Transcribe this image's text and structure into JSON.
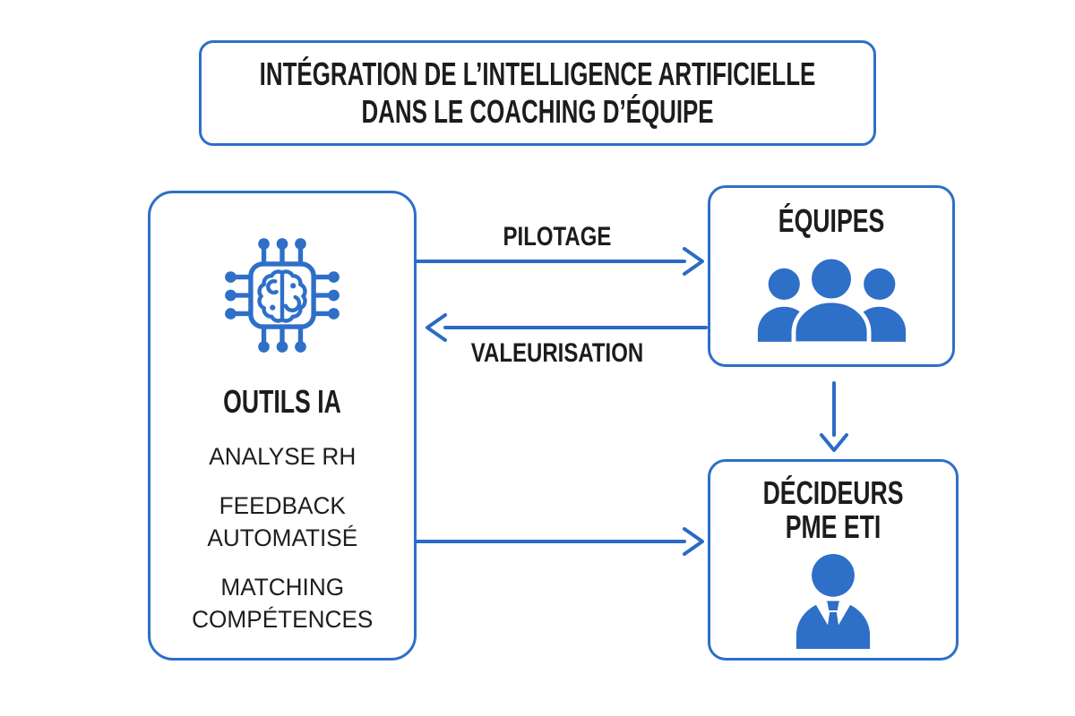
{
  "colors": {
    "accent_blue": "#2e6fc8",
    "arrow_blue": "#2a6bc4",
    "text_black": "#1c1c1c",
    "background": "#ffffff"
  },
  "title": {
    "line1": "INTÉGRATION DE L’INTELLIGENCE ARTIFICIELLE",
    "line2": "DANS LE COACHING D’ÉQUIPE"
  },
  "nodes": {
    "outils_ia": {
      "label": "OUTILS IA",
      "icon": "ai-chip-brain-icon",
      "items": [
        "ANALYSE RH",
        "FEEDBACK\nAUTOMATISÉ",
        "MATCHING\nCOMPÉTENCES"
      ]
    },
    "equipes": {
      "label": "ÉQUIPES",
      "icon": "team-people-icon"
    },
    "decideurs": {
      "label": "DÉCIDEURS\nPME ETI",
      "icon": "businessman-icon"
    }
  },
  "edges": [
    {
      "id": "outils-to-equipes",
      "label": "PILOTAGE"
    },
    {
      "id": "equipes-to-outils",
      "label": "VALEURISATION"
    },
    {
      "id": "equipes-to-decideurs",
      "label": ""
    },
    {
      "id": "outils-to-decideurs",
      "label": ""
    }
  ]
}
